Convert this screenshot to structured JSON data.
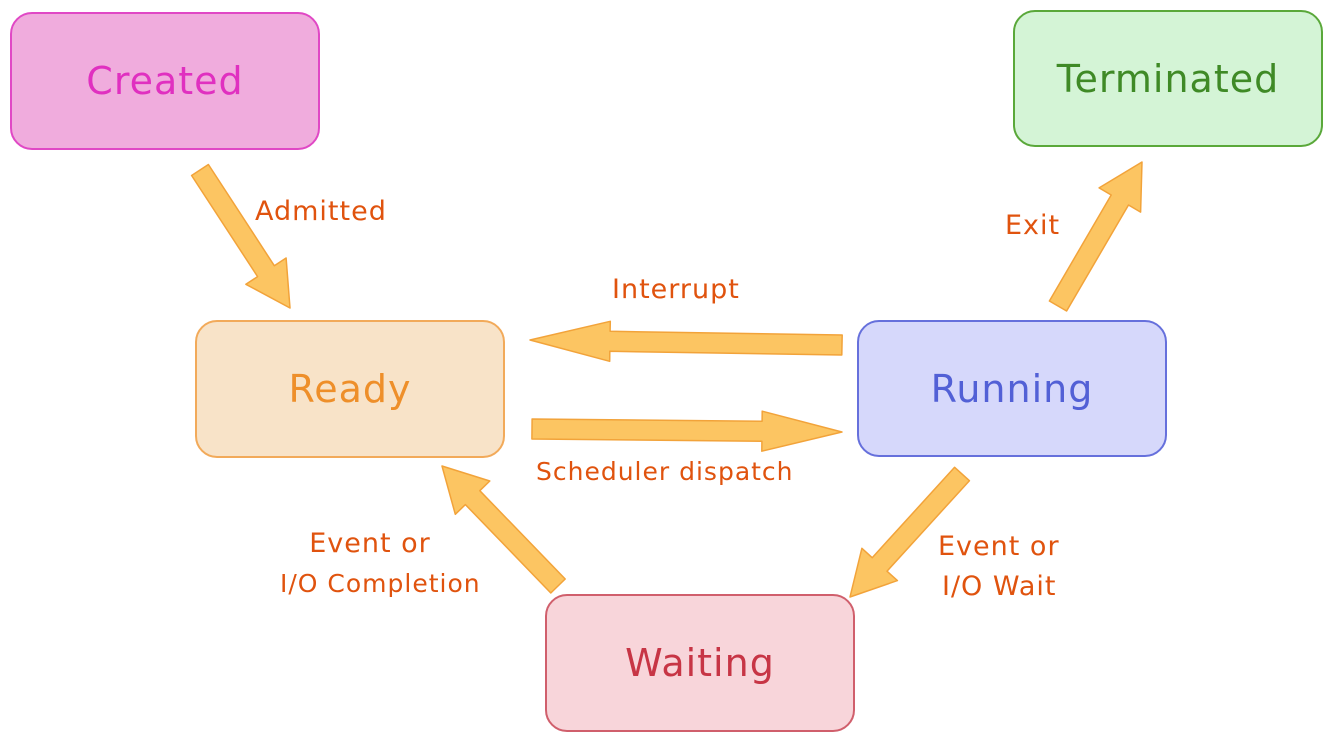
{
  "states": {
    "created": "Created",
    "terminated": "Terminated",
    "ready": "Ready",
    "running": "Running",
    "waiting": "Waiting"
  },
  "transitions": {
    "admitted": "Admitted",
    "exit": "Exit",
    "interrupt": "Interrupt",
    "scheduler_dispatch": "Scheduler dispatch",
    "event_io_completion": [
      "Event or",
      "I/O Completion"
    ],
    "event_io_wait": [
      "Event or",
      "I/O Wait"
    ]
  },
  "colors": {
    "arrow_fill": "#fcc562",
    "arrow_stroke": "#f2a33a",
    "label_text": "#e0530e"
  }
}
